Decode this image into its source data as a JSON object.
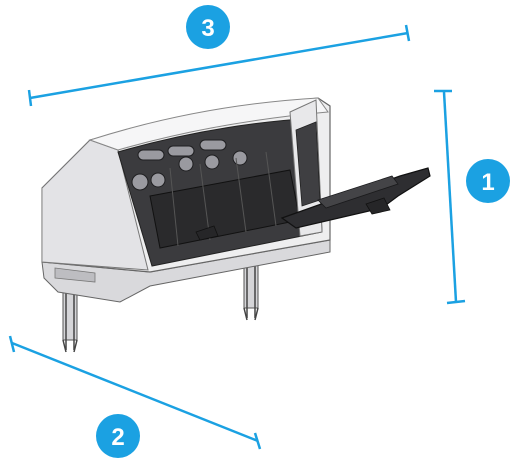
{
  "colors": {
    "accent": "#1ba1e2",
    "device_shell": "#eeeeef",
    "device_shadow": "#c9c9cc",
    "device_interior": "#3b3b3e",
    "device_dark": "#222224"
  },
  "callouts": [
    {
      "label": "1",
      "dimension": "height"
    },
    {
      "label": "2",
      "dimension": "depth"
    },
    {
      "label": "3",
      "dimension": "width"
    }
  ],
  "icons": [
    "finisher-device-illustration"
  ]
}
